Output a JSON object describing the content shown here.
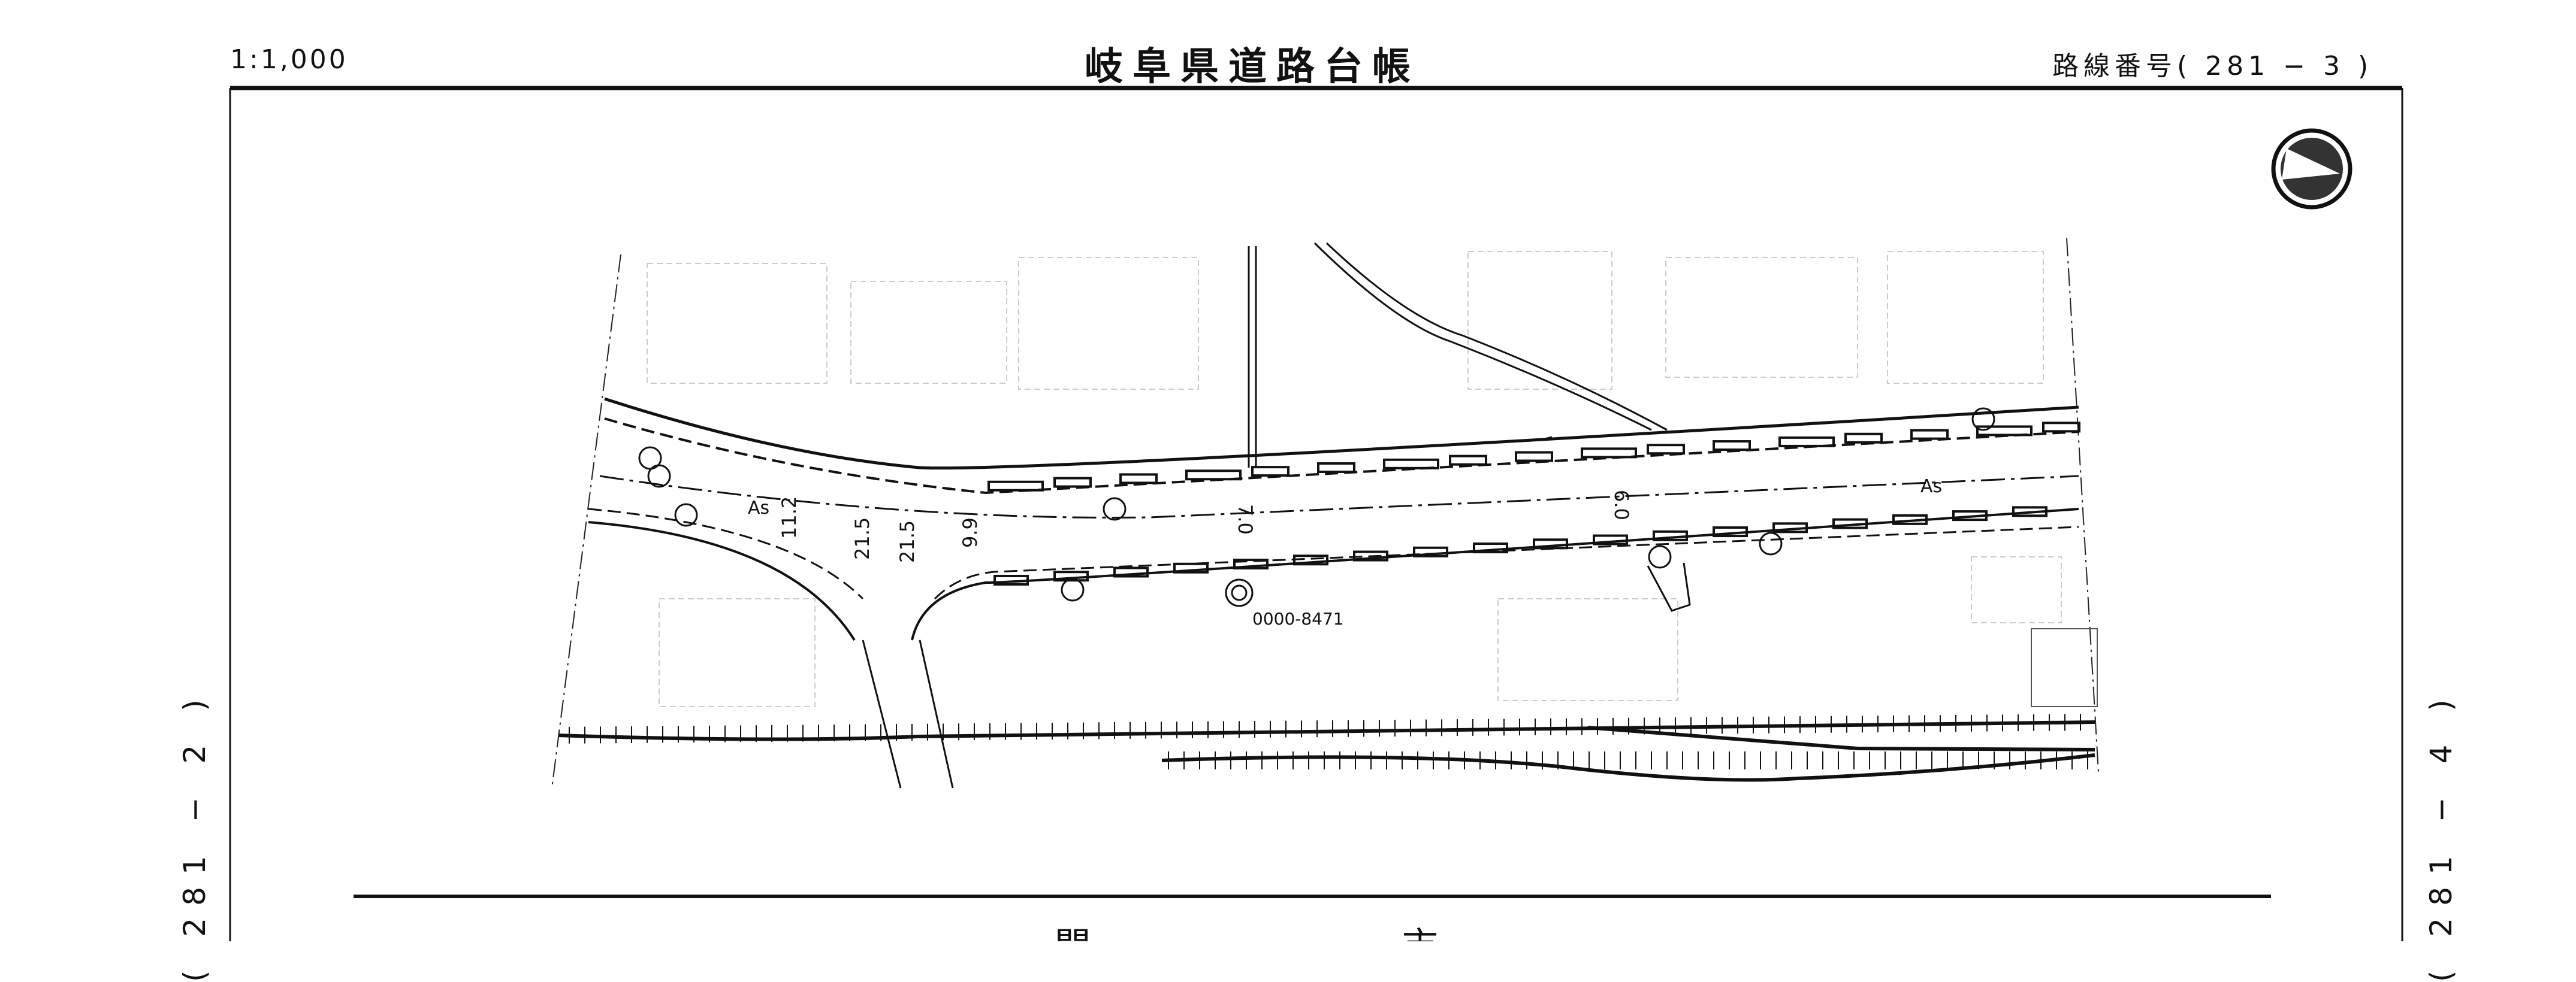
{
  "header": {
    "scale": "1:1,000",
    "title": "岐阜県道路台帳",
    "route_number_label": "路線番号",
    "route_number": "( 281 − 3 )"
  },
  "adjacent_sheets": {
    "previous": "( 281 − 2 )",
    "next": "( 281 − 4 )"
  },
  "map": {
    "north_arrow": "north-arrow-icon",
    "pavement_labels": [
      "As",
      "As"
    ],
    "widths": [
      "11.2",
      "21.5",
      "21.5",
      "9.9",
      "7.0",
      "6.0"
    ],
    "facility_id": "0000-8471"
  },
  "footer": {
    "municipality_chars": [
      "関",
      "市"
    ]
  }
}
